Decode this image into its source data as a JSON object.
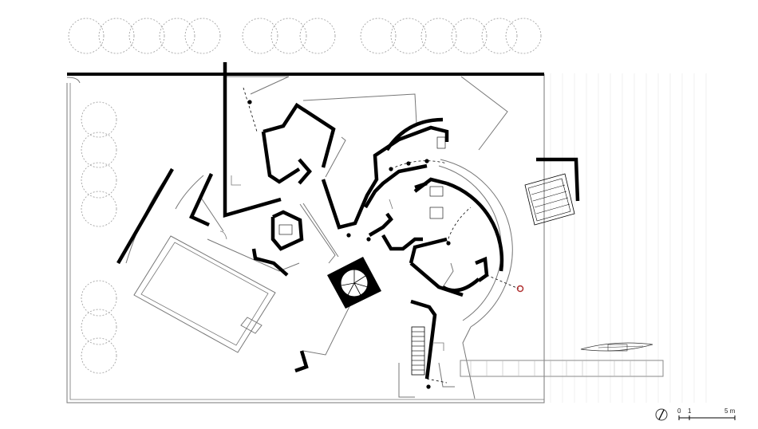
{
  "scale_bar": {
    "label_zero": "0",
    "label_one": "1",
    "label_five": "5 m"
  },
  "north_arrow": {
    "icon": "north-arrow-icon"
  }
}
